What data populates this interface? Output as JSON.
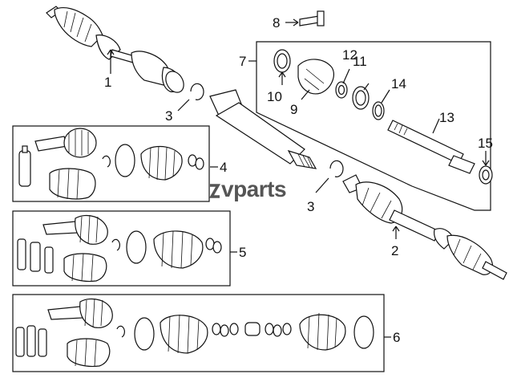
{
  "labels": {
    "l1": "1",
    "l2": "2",
    "l3a": "3",
    "l3b": "3",
    "l4": "4",
    "l5": "5",
    "l6": "6",
    "l7": "7",
    "l8": "8",
    "l9": "9",
    "l10": "10",
    "l11": "11",
    "l12": "12",
    "l13": "13",
    "l14": "14",
    "l15": "15"
  },
  "watermark": "vparts",
  "colors": {
    "line": "#111111",
    "watermark": "#555555",
    "background": "#ffffff"
  }
}
